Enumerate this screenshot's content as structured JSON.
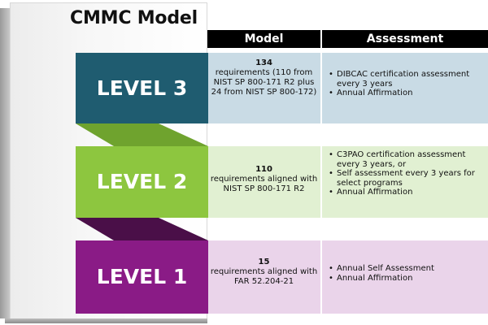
{
  "title": "CMMC Model",
  "headers": {
    "model": "Model",
    "assessment": "Assessment"
  },
  "levels": [
    {
      "label": "LEVEL 3",
      "color": "#1f5c70",
      "band_color": "#c9dbe5",
      "model_count": "134",
      "model_text": "requirements (110 from NIST SP 800-171 R2 plus 24 from NIST SP 800-172)",
      "assessment": [
        "DIBCAC certification assessment every 3 years",
        "Annual Affirmation"
      ]
    },
    {
      "label": "LEVEL 2",
      "color": "#8dc63f",
      "band_color": "#e1f0d2",
      "model_count": "110",
      "model_text": "requirements aligned with NIST SP 800-171 R2",
      "assessment": [
        "C3PAO certification assessment every 3 years, or",
        "Self assessment every 3 years for select programs",
        "Annual Affirmation"
      ]
    },
    {
      "label": "LEVEL 1",
      "color": "#8a1b86",
      "band_color": "#ead4ea",
      "model_count": "15",
      "model_text": "requirements aligned with FAR 52.204-21",
      "assessment": [
        "Annual Self Assessment",
        "Annual Affirmation"
      ]
    }
  ]
}
